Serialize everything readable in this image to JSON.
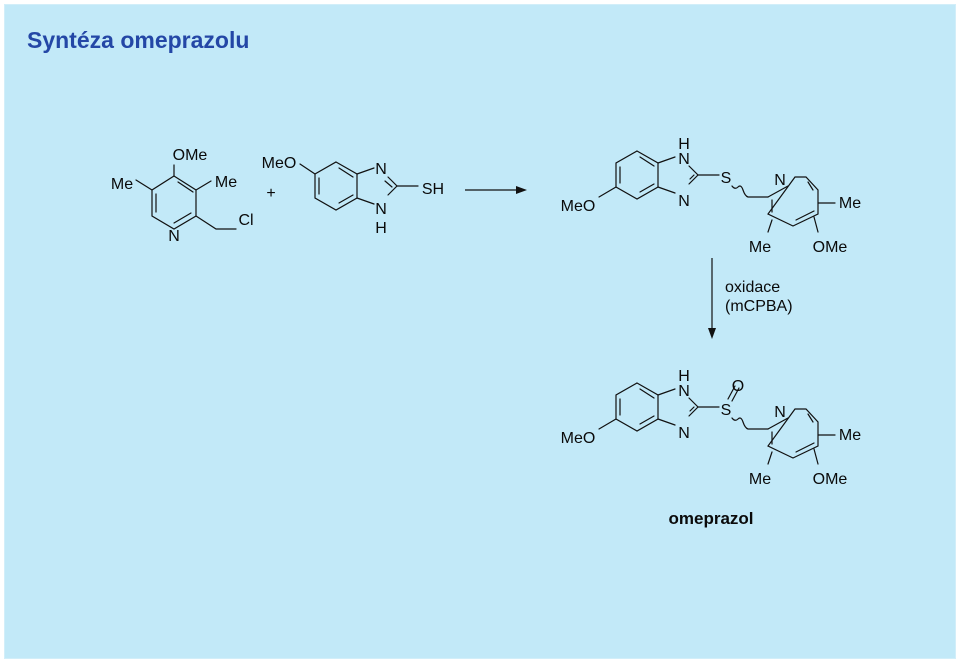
{
  "slide": {
    "title": "Syntéza omeprazolu",
    "background": "#c2e9f8",
    "title_color": "#2447a6"
  },
  "reactant1": {
    "labels": {
      "ome": "OMe",
      "me_left": "Me",
      "me_right": "Me",
      "n": "N",
      "cl": "Cl"
    }
  },
  "plus": "+",
  "reactant2": {
    "labels": {
      "meo": "MeO",
      "n_top": "N",
      "n_bottom": "N",
      "h": "H",
      "sh": "SH"
    }
  },
  "intermediate": {
    "labels": {
      "h": "H",
      "n_top": "N",
      "n_bottom": "N",
      "meo": "MeO",
      "s": "S",
      "n_pyr": "N",
      "me_right": "Me",
      "me_bottom": "Me",
      "ome": "OMe"
    }
  },
  "step2": {
    "line1": "oxidace",
    "line2": "(mCPBA)"
  },
  "product": {
    "name": "omeprazol",
    "labels": {
      "h": "H",
      "n_top": "N",
      "n_bottom": "N",
      "meo": "MeO",
      "s": "S",
      "o": "O",
      "n_pyr": "N",
      "me_right": "Me",
      "me_bottom": "Me",
      "ome": "OMe"
    }
  }
}
